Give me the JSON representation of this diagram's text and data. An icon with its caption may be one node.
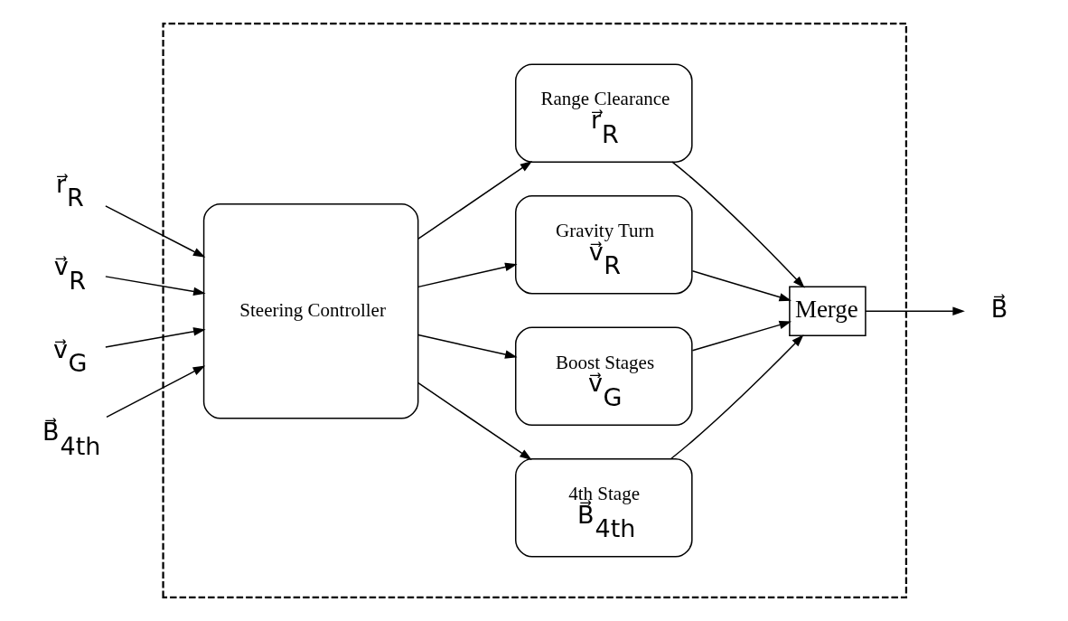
{
  "diagram": {
    "nodes": [
      {
        "text": [],
        "shape": "box"
      },
      {
        "text": [
          "r⃗$_{R}$"
        ]
      },
      {
        "text": [
          "v⃗$_{R}$"
        ]
      },
      {
        "text": [
          "v⃗$_{G}$"
        ]
      },
      {
        "text": [
          "B⃗$_{4th}$"
        ]
      },
      {
        "text": [
          "Steering Controller"
        ],
        "in": 0
      },
      {
        "text": [
          "Range Clearance",
          "r⃗$_{R}$"
        ],
        "in": 0
      },
      {
        "text": [
          "Gravity Turn",
          "v⃗$_{R}$"
        ],
        "in": 0
      },
      {
        "text": [
          "Boost Stages",
          "v⃗$_{G}$"
        ],
        "in": 0
      },
      {
        "text": [
          "4th Stage",
          "B⃗$_{4th}$"
        ],
        "in": 0
      },
      {
        "text": [
          "Merge"
        ],
        "in": 0
      },
      {
        "text": [
          "B⃗"
        ]
      }
    ],
    "edges": [
      {
        "from": 1,
        "to": 5,
        "arrow": "to"
      },
      {
        "from": 2,
        "to": 5,
        "arrow": "to"
      },
      {
        "from": 3,
        "to": 5,
        "arrow": "to"
      },
      {
        "from": 4,
        "to": 5,
        "arrow": "to"
      },
      {
        "from": 5,
        "to": 6,
        "arrow": "to"
      },
      {
        "from": 5,
        "to": 7,
        "arrow": "to"
      },
      {
        "from": 5,
        "to": 8,
        "arrow": "to"
      },
      {
        "from": 5,
        "to": 9,
        "arrow": "to"
      },
      {
        "from": 6,
        "to": 10,
        "arrow": "to"
      },
      {
        "from": 7,
        "to": 10,
        "arrow": "to"
      },
      {
        "from": 8,
        "to": 10,
        "arrow": "to"
      },
      {
        "from": 9,
        "to": 10,
        "arrow": "to"
      },
      {
        "from": 10,
        "to": 11,
        "arrow": "to"
      }
    ]
  }
}
